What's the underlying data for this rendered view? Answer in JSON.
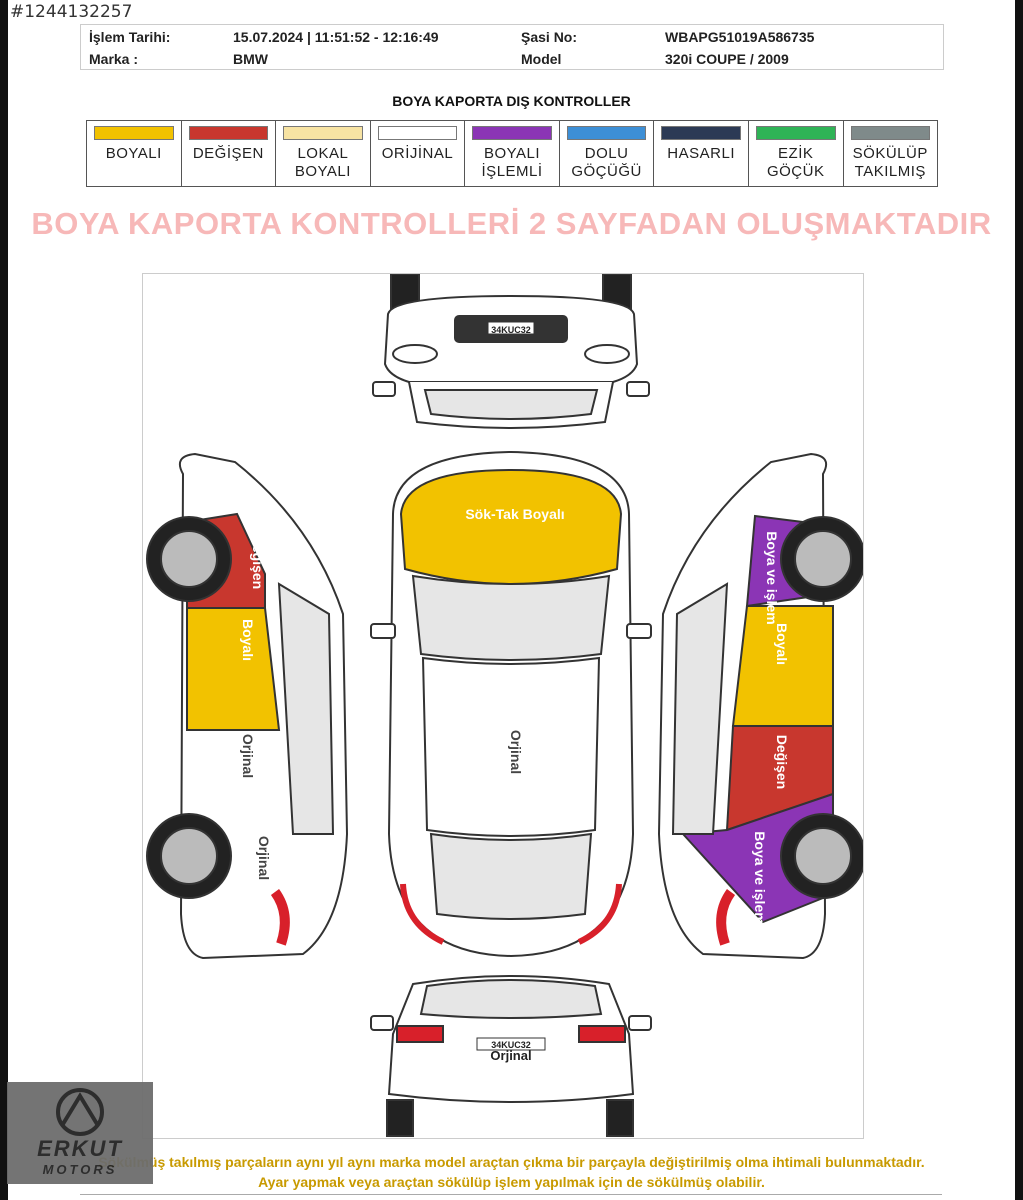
{
  "listing_id": "#1244132257",
  "info": {
    "date_label": "İşlem Tarihi:",
    "date_value": "15.07.2024 | 11:51:52 - 12:16:49",
    "chassis_label": "Şasi No:",
    "chassis_value": "WBAPG51019A586735",
    "brand_label": "Marka :",
    "brand_value": "BMW",
    "model_label": "Model",
    "model_value": "320i COUPE / 2009"
  },
  "section_title": "BOYA KAPORTA DIŞ KONTROLLER",
  "legend": [
    {
      "label": "BOYALI",
      "color": "#f2c200"
    },
    {
      "label": "DEĞİŞEN",
      "color": "#c8372e"
    },
    {
      "label": "LOKAL\nBOYALI",
      "color": "#f7e3a3"
    },
    {
      "label": "ORİJİNAL",
      "color": "#ffffff"
    },
    {
      "label": "BOYALI\nİŞLEMLİ",
      "color": "#8b35b5"
    },
    {
      "label": "DOLU\nGÖÇÜĞÜ",
      "color": "#3d8fd6"
    },
    {
      "label": "HASARLI",
      "color": "#2c3a55"
    },
    {
      "label": "EZİK\nGÖÇÜK",
      "color": "#2fb356"
    },
    {
      "label": "SÖKÜLÜP\nTAKILMIŞ",
      "color": "#7f8a8a"
    }
  ],
  "banner": "BOYA KAPORTA KONTROLLERİ 2 SAYFADAN OLUŞMAKTADIR",
  "diagram_labels": {
    "hood": "Sök-Tak Boyalı",
    "roof": "Orjinal",
    "left_front_fender": "Değişen",
    "left_front_door": "Boyalı",
    "left_rear_door": "Orjinal",
    "left_rear_fender": "Orjinal",
    "right_front_fender": "Boya ve işlem",
    "right_front_door": "Boyalı",
    "right_rear_door": "Değişen",
    "right_rear_fender": "Boya ve işlem",
    "trunk": "Orjinal",
    "front_plate": "34KUC32",
    "rear_plate": "34KUC32"
  },
  "colors": {
    "boyali": "#f2c200",
    "degisen": "#c8372e",
    "islemli": "#8b35b5",
    "tail": "#d8202a"
  },
  "footer": {
    "line1": "Sökülmüş takılmış parçaların aynı yıl aynı marka model araçtan çıkma bir parçayla değiştirilmiş olma ihtimali bulunmaktadır.",
    "line2": "Ayar yapmak veya araçtan sökülüp işlem yapılmak için de sökülmüş olabilir."
  },
  "logo": {
    "name": "ERKUT",
    "sub": "MOTORS"
  }
}
